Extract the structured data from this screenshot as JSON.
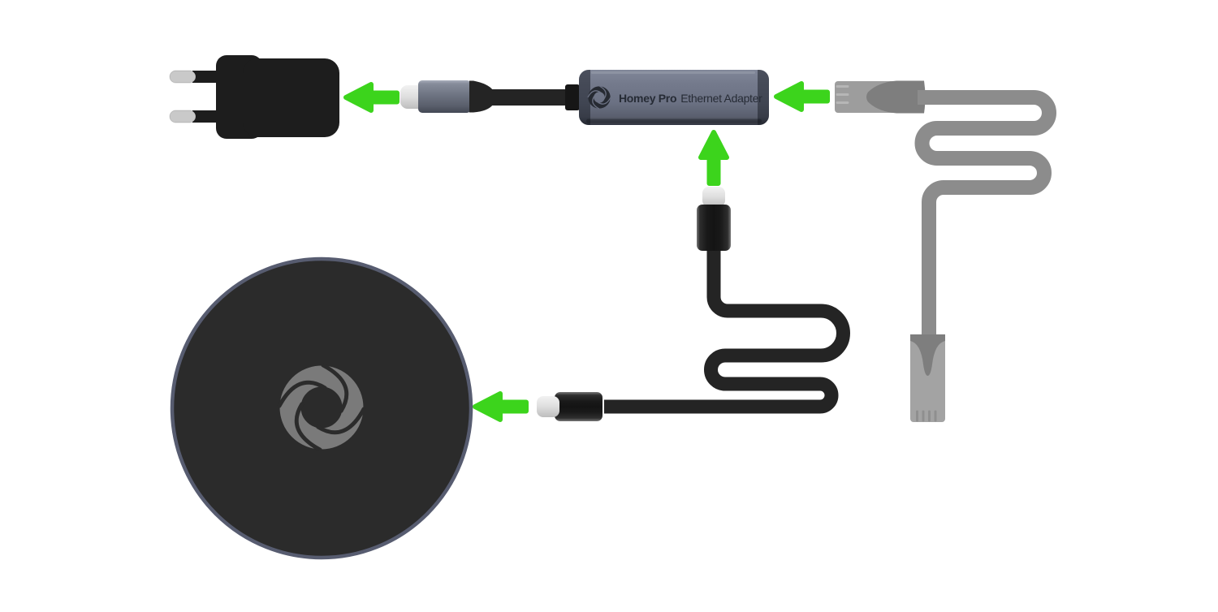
{
  "adapter_label": {
    "bold": "Homey Pro",
    "regular": "Ethernet Adapter"
  },
  "colors": {
    "background": "#ffffff",
    "green": "#3cd41c",
    "device_black": "#1d1d1d",
    "cable_black": "#242424",
    "ferrule_black": "#161616",
    "cable_gray": "#8c8c8c",
    "rj45_body": "#9d9d9d",
    "rj45_body_bottom": "#a3a3a3",
    "rj45_boot": "#7e7e7e",
    "rj45_contact": "#b6b6b6",
    "rj45_contact_bottom": "#8f8f8f",
    "pin_silver": "#c9c9c9",
    "adapter_body": "#6b7183",
    "adapter_text": "#262b35",
    "logo_dark": "#262a32",
    "ball_fill": "#2b2b2b",
    "ball_border": "#575c70",
    "logo_gray": "#7a7a7a"
  },
  "icons": {
    "logo": "homey-swirl-logo",
    "arrows": "green-connection-arrow"
  }
}
